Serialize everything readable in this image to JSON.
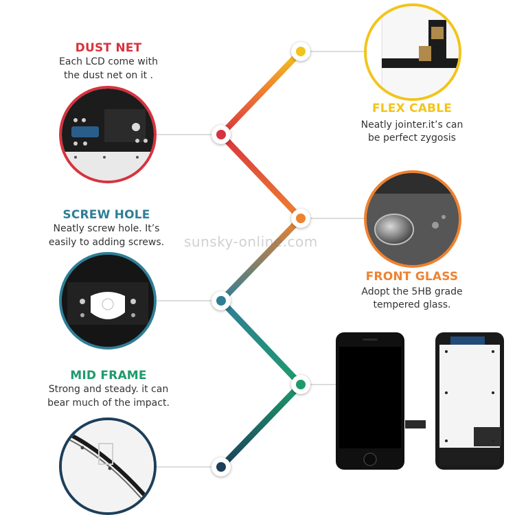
{
  "colors": {
    "red": "#d7333e",
    "orange": "#ee8230",
    "yellow": "#f2c41b",
    "teal": "#2f7e96",
    "green": "#1d9a6c",
    "navy": "#1d3f5a"
  },
  "features": {
    "dust_net": {
      "title": "DUST NET",
      "desc_line1": "Each LCD come with",
      "desc_line2": "the dust net on it ."
    },
    "screw_hole": {
      "title": "SCREW HOLE",
      "desc_line1": "Neatly screw hole. It’s",
      "desc_line2": "easily to adding screws."
    },
    "mid_frame": {
      "title": "MID FRAME",
      "desc_line1": "Strong and steady. it can",
      "desc_line2": "bear much of the impact."
    },
    "flex_cable": {
      "title": "FLEX CABLE",
      "desc_line1": "Neatly jointer.it’s can",
      "desc_line2": "be perfect zygosis"
    },
    "front_glass": {
      "title": "FRONT GLASS",
      "desc_line1": "Adopt the 5HB grade",
      "desc_line2": "tempered glass."
    }
  },
  "watermark": "sunsky-online.com"
}
